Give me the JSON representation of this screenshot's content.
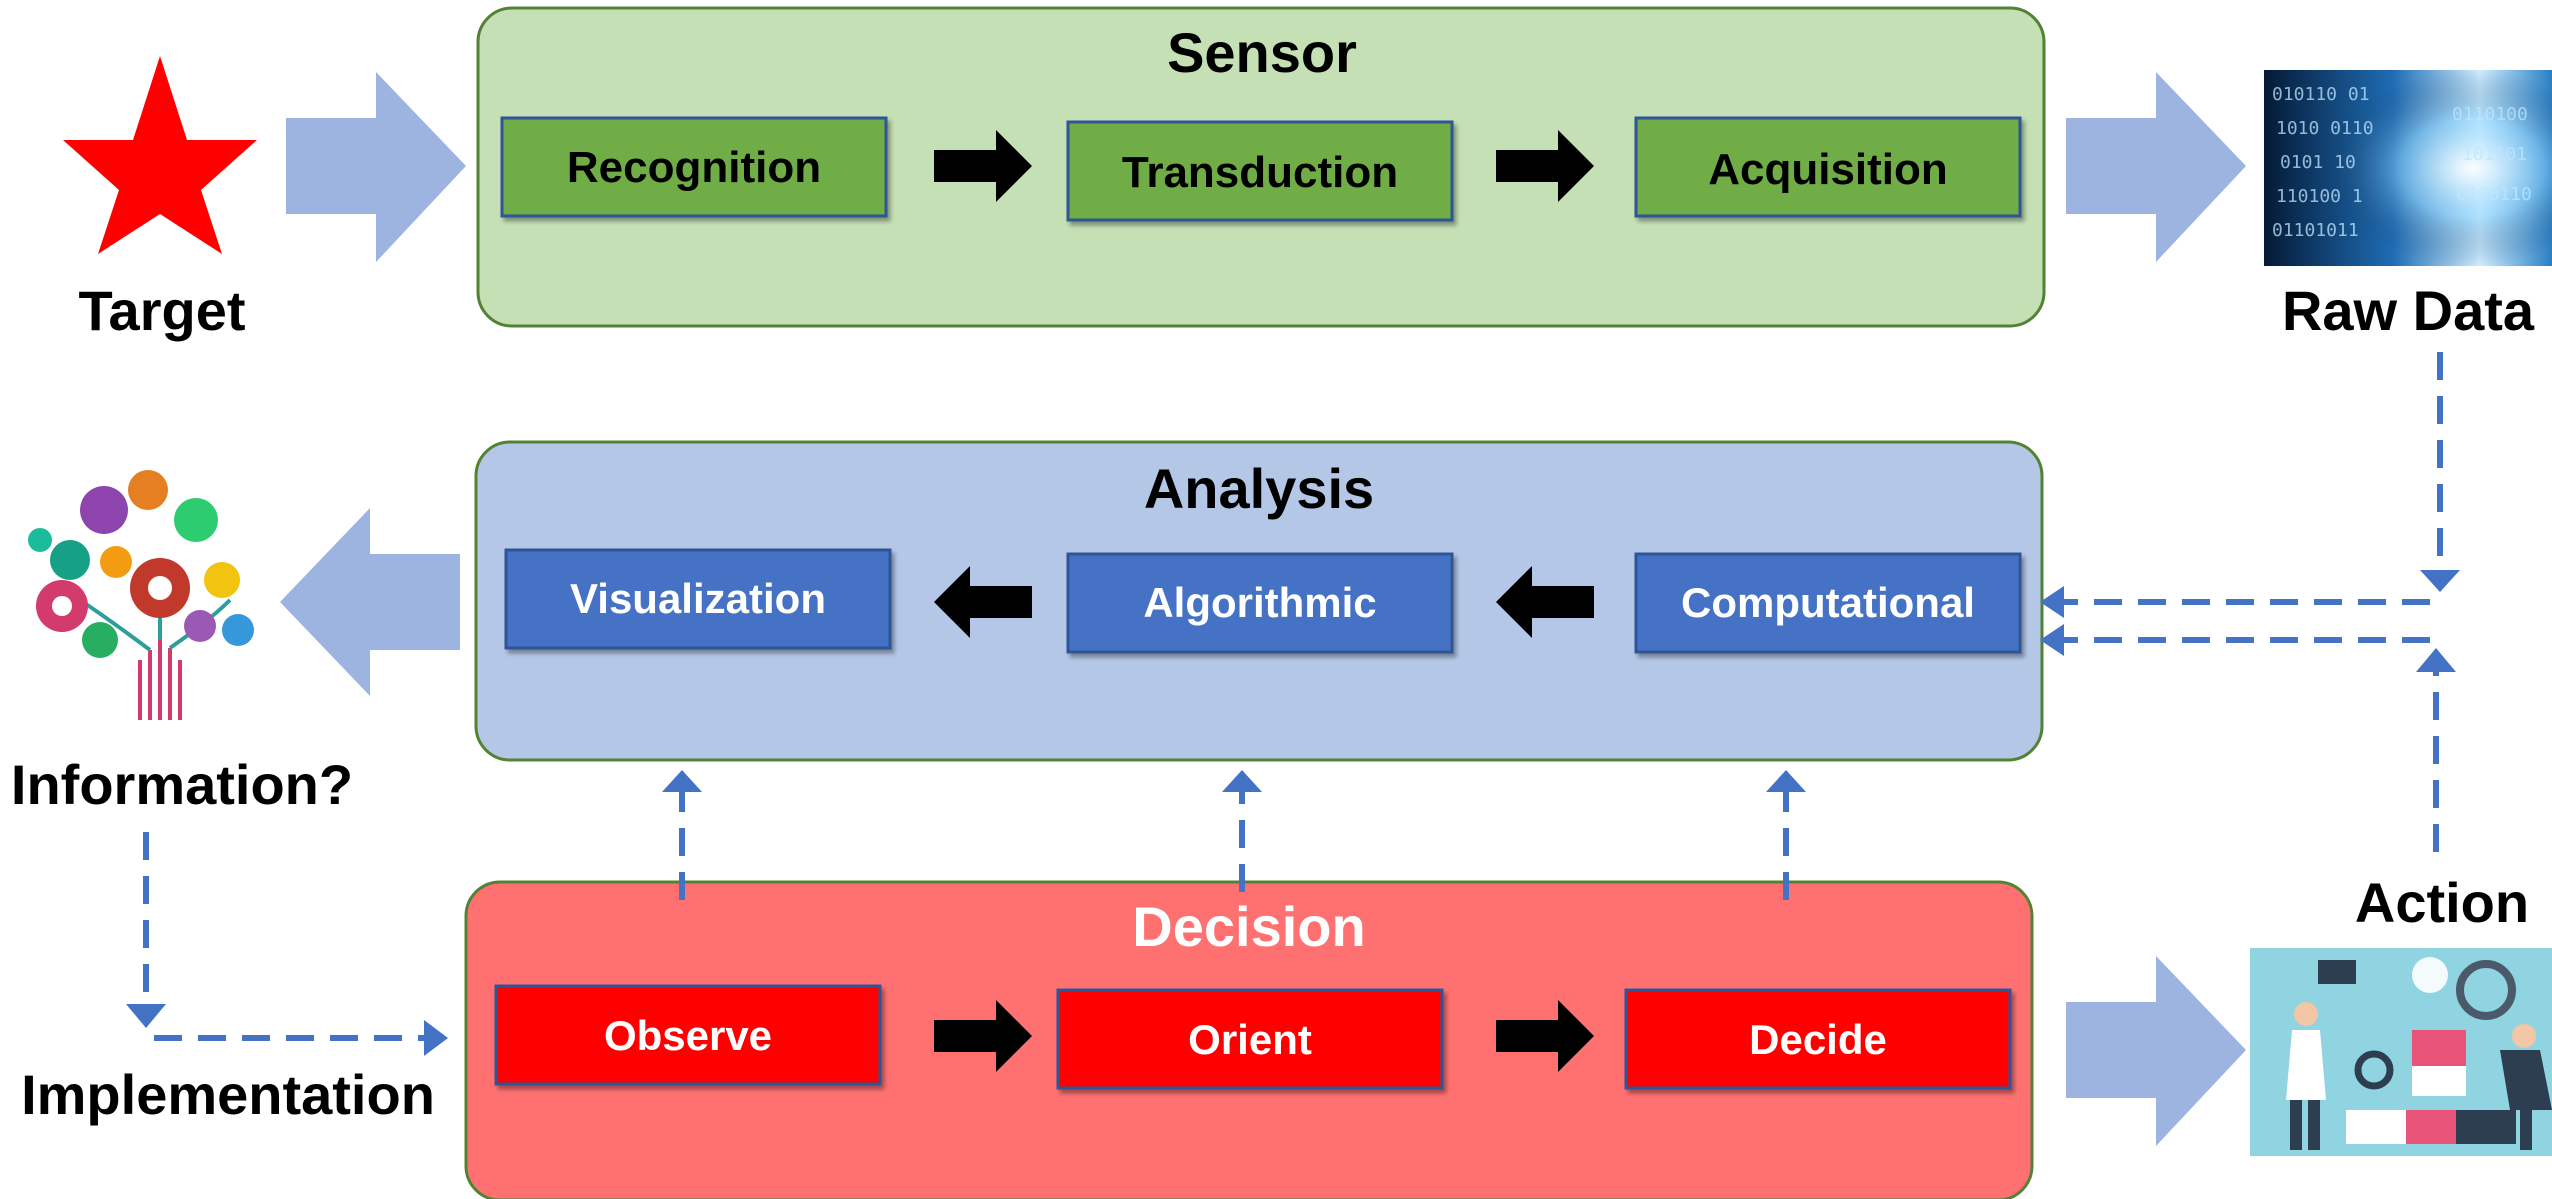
{
  "panels": {
    "sensor": {
      "title": "Sensor",
      "steps": [
        "Recognition",
        "Transduction",
        "Acquisition"
      ]
    },
    "analysis": {
      "title": "Analysis",
      "steps": [
        "Visualization",
        "Algorithmic",
        "Computational"
      ]
    },
    "decision": {
      "title": "Decision",
      "steps": [
        "Observe",
        "Orient",
        "Decide"
      ]
    }
  },
  "labels": {
    "target": "Target",
    "raw_data": "Raw Data",
    "information": "Information?",
    "implementation": "Implementation",
    "action": "Action"
  },
  "colors": {
    "sensor_panel": "#c5e0b4",
    "sensor_box": "#70ad47",
    "analysis_panel": "#b4c7e7",
    "analysis_box": "#4472c4",
    "decision_panel": "#ff7171",
    "decision_box": "#ff0000",
    "big_arrow": "#9db3e0",
    "dashed": "#4472c4",
    "target_star": "#ff0000"
  },
  "icons": {
    "target": "red-star-icon",
    "raw_data": "binary-tunnel-image",
    "information": "idea-tree-icon",
    "action": "puzzle-team-illustration"
  }
}
